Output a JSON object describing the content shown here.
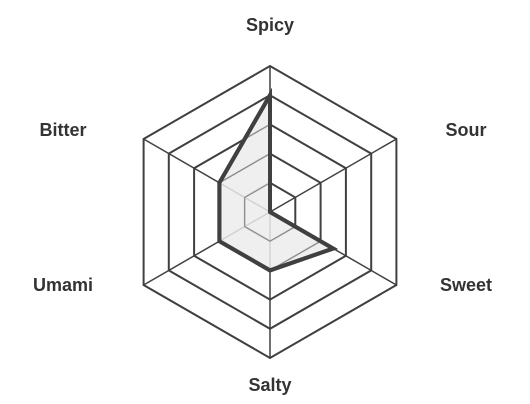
{
  "chart_data": {
    "type": "radar",
    "axes": [
      "Spicy",
      "Sour",
      "Sweet",
      "Salty",
      "Umami",
      "Bitter"
    ],
    "series": [
      {
        "values": [
          4,
          0,
          2.5,
          2,
          2,
          2
        ]
      }
    ],
    "rlim": [
      0,
      5
    ],
    "ring_count": 5,
    "grid": true,
    "legend": false,
    "colors": {
      "grid": "#404040",
      "series_stroke": "#404040",
      "series_fill": "#ececec",
      "label": "#333333"
    }
  }
}
